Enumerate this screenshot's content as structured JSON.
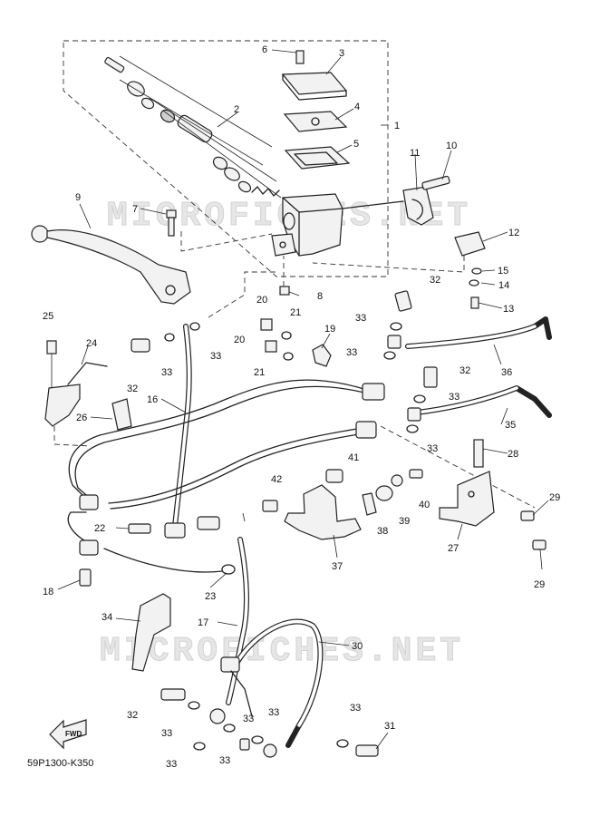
{
  "watermark": "MICROFICHES.NET",
  "diagram_code": "59P1300-K350",
  "fwd_label": "FWD",
  "callouts": [
    {
      "id": "c1",
      "label": "1"
    },
    {
      "id": "c2",
      "label": "2"
    },
    {
      "id": "c3",
      "label": "3"
    },
    {
      "id": "c4",
      "label": "4"
    },
    {
      "id": "c5",
      "label": "5"
    },
    {
      "id": "c6",
      "label": "6"
    },
    {
      "id": "c7",
      "label": "7"
    },
    {
      "id": "c8",
      "label": "8"
    },
    {
      "id": "c9",
      "label": "9"
    },
    {
      "id": "c10",
      "label": "10"
    },
    {
      "id": "c11",
      "label": "11"
    },
    {
      "id": "c12",
      "label": "12"
    },
    {
      "id": "c13",
      "label": "13"
    },
    {
      "id": "c14",
      "label": "14"
    },
    {
      "id": "c15",
      "label": "15"
    },
    {
      "id": "c16",
      "label": "16"
    },
    {
      "id": "c17",
      "label": "17"
    },
    {
      "id": "c18",
      "label": "18"
    },
    {
      "id": "c19",
      "label": "19"
    },
    {
      "id": "c20a",
      "label": "20"
    },
    {
      "id": "c20b",
      "label": "20"
    },
    {
      "id": "c21a",
      "label": "21"
    },
    {
      "id": "c21b",
      "label": "21"
    },
    {
      "id": "c22",
      "label": "22"
    },
    {
      "id": "c23",
      "label": "23"
    },
    {
      "id": "c24",
      "label": "24"
    },
    {
      "id": "c25",
      "label": "25"
    },
    {
      "id": "c26",
      "label": "26"
    },
    {
      "id": "c27",
      "label": "27"
    },
    {
      "id": "c28",
      "label": "28"
    },
    {
      "id": "c29a",
      "label": "29"
    },
    {
      "id": "c29b",
      "label": "29"
    },
    {
      "id": "c30",
      "label": "30"
    },
    {
      "id": "c31",
      "label": "31"
    },
    {
      "id": "c32a",
      "label": "32"
    },
    {
      "id": "c32b",
      "label": "32"
    },
    {
      "id": "c32c",
      "label": "32"
    },
    {
      "id": "c32d",
      "label": "32"
    },
    {
      "id": "c33a",
      "label": "33"
    },
    {
      "id": "c33b",
      "label": "33"
    },
    {
      "id": "c33c",
      "label": "33"
    },
    {
      "id": "c33d",
      "label": "33"
    },
    {
      "id": "c33e",
      "label": "33"
    },
    {
      "id": "c33f",
      "label": "33"
    },
    {
      "id": "c33g",
      "label": "33"
    },
    {
      "id": "c33h",
      "label": "33"
    },
    {
      "id": "c33i",
      "label": "33"
    },
    {
      "id": "c33j",
      "label": "33"
    },
    {
      "id": "c33k",
      "label": "33"
    },
    {
      "id": "c33l",
      "label": "33"
    },
    {
      "id": "c34",
      "label": "34"
    },
    {
      "id": "c35",
      "label": "35"
    },
    {
      "id": "c36",
      "label": "36"
    },
    {
      "id": "c37",
      "label": "37"
    },
    {
      "id": "c38",
      "label": "38"
    },
    {
      "id": "c39",
      "label": "39"
    },
    {
      "id": "c40",
      "label": "40"
    },
    {
      "id": "c41",
      "label": "41"
    },
    {
      "id": "c42",
      "label": "42"
    }
  ]
}
